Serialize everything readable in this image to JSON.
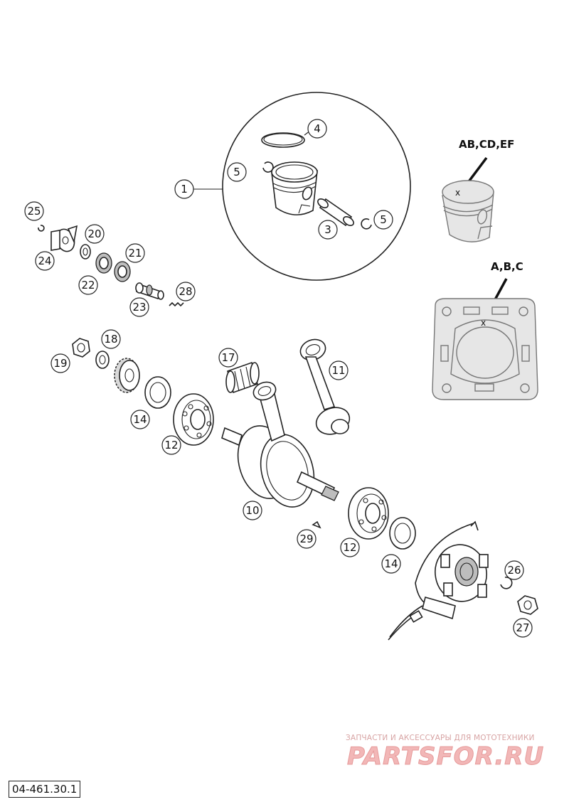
{
  "callouts": [
    {
      "id": "p1",
      "label": "1"
    },
    {
      "id": "p3",
      "label": "3"
    },
    {
      "id": "p4",
      "label": "4"
    },
    {
      "id": "p5a",
      "label": "5"
    },
    {
      "id": "p5b",
      "label": "5"
    },
    {
      "id": "p10",
      "label": "10"
    },
    {
      "id": "p11",
      "label": "11"
    },
    {
      "id": "p12a",
      "label": "12"
    },
    {
      "id": "p12b",
      "label": "12"
    },
    {
      "id": "p14a",
      "label": "14"
    },
    {
      "id": "p14b",
      "label": "14"
    },
    {
      "id": "p17",
      "label": "17"
    },
    {
      "id": "p18",
      "label": "18"
    },
    {
      "id": "p19",
      "label": "19"
    },
    {
      "id": "p20",
      "label": "20"
    },
    {
      "id": "p21",
      "label": "21"
    },
    {
      "id": "p22",
      "label": "22"
    },
    {
      "id": "p23",
      "label": "23"
    },
    {
      "id": "p24",
      "label": "24"
    },
    {
      "id": "p25",
      "label": "25"
    },
    {
      "id": "p26",
      "label": "26"
    },
    {
      "id": "p27",
      "label": "27"
    },
    {
      "id": "p28",
      "label": "28"
    },
    {
      "id": "p29",
      "label": "29"
    }
  ],
  "piston_code_label": "AB,CD,EF",
  "cylinder_code_label": "A,B,C",
  "mark_symbol": "x",
  "watermark": {
    "tagline": "ЗАПЧАСТИ И АКСЕССУАРЫ ДЛЯ МОТОТЕХНИКИ",
    "logo": "PARTSFOR.RU"
  },
  "document_code": "04-461.30.1"
}
